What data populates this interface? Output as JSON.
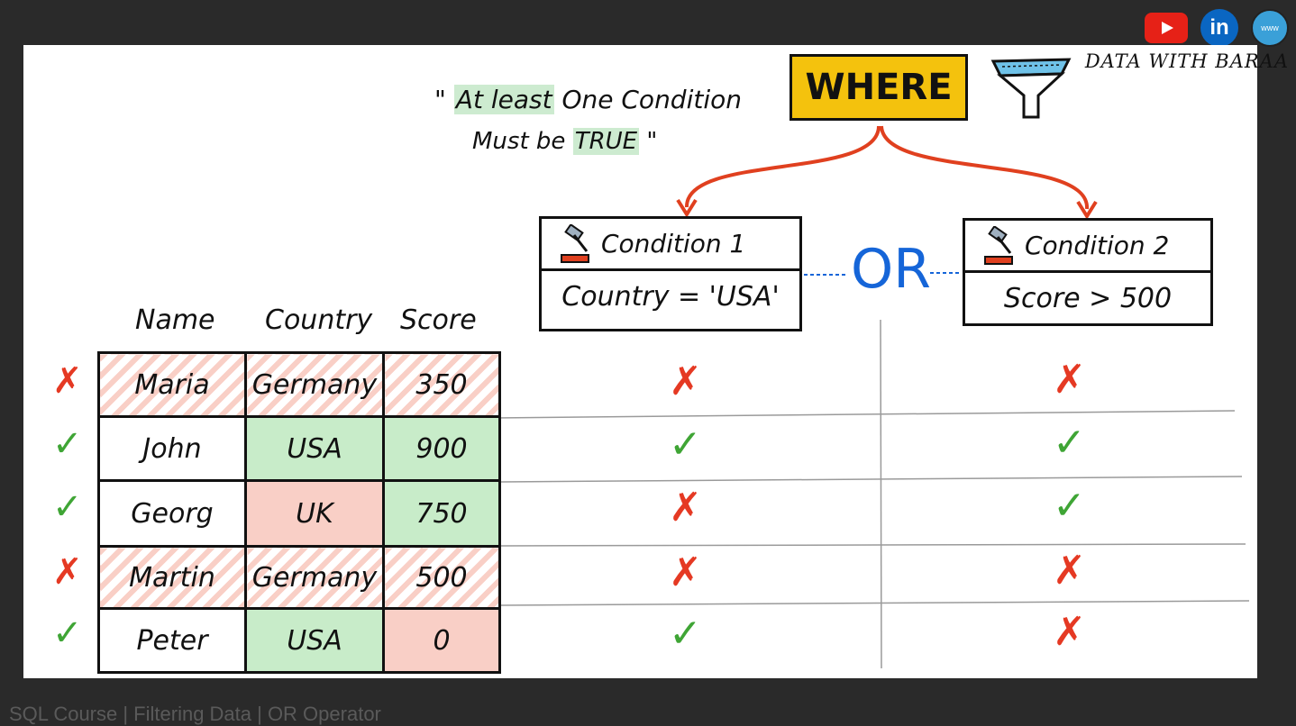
{
  "footer": "SQL Course | Filtering Data | OR Operator",
  "brand": {
    "name": "DATA WITH BARAA",
    "youtube_icon": "youtube-icon",
    "linkedin_label": "in",
    "web_label": "www"
  },
  "note": {
    "line1_open": "\"",
    "line1_a": "At least",
    "line1_b": "One Condition",
    "line2_a": "Must be",
    "line2_b": "TRUE",
    "line2_close": "\""
  },
  "where": {
    "label": "WHERE"
  },
  "conditions": [
    {
      "title": "Condition 1",
      "expr": "Country = 'USA'"
    },
    {
      "title": "Condition 2",
      "expr": "Score > 500"
    }
  ],
  "operator": "OR",
  "table": {
    "headers": [
      "Name",
      "Country",
      "Score"
    ],
    "rows": [
      {
        "name": "Maria",
        "country": "Germany",
        "score": "350",
        "result": "✗",
        "c1": "✗",
        "c2": "✗"
      },
      {
        "name": "John",
        "country": "USA",
        "score": "900",
        "result": "✓",
        "c1": "✓",
        "c2": "✓"
      },
      {
        "name": "Georg",
        "country": "UK",
        "score": "750",
        "result": "✓",
        "c1": "✗",
        "c2": "✓"
      },
      {
        "name": "Martin",
        "country": "Germany",
        "score": "500",
        "result": "✗",
        "c1": "✗",
        "c2": "✗"
      },
      {
        "name": "Peter",
        "country": "USA",
        "score": "0",
        "result": "✓",
        "c1": "✓",
        "c2": "✗"
      }
    ]
  },
  "colors": {
    "true": "#3fa535",
    "false": "#e53923",
    "pass_fill": "#c8ecc9",
    "fail_fill": "#f9cfc6",
    "where_fill": "#f4c20d",
    "or_color": "#1565d8",
    "arrow": "#e0401f"
  }
}
